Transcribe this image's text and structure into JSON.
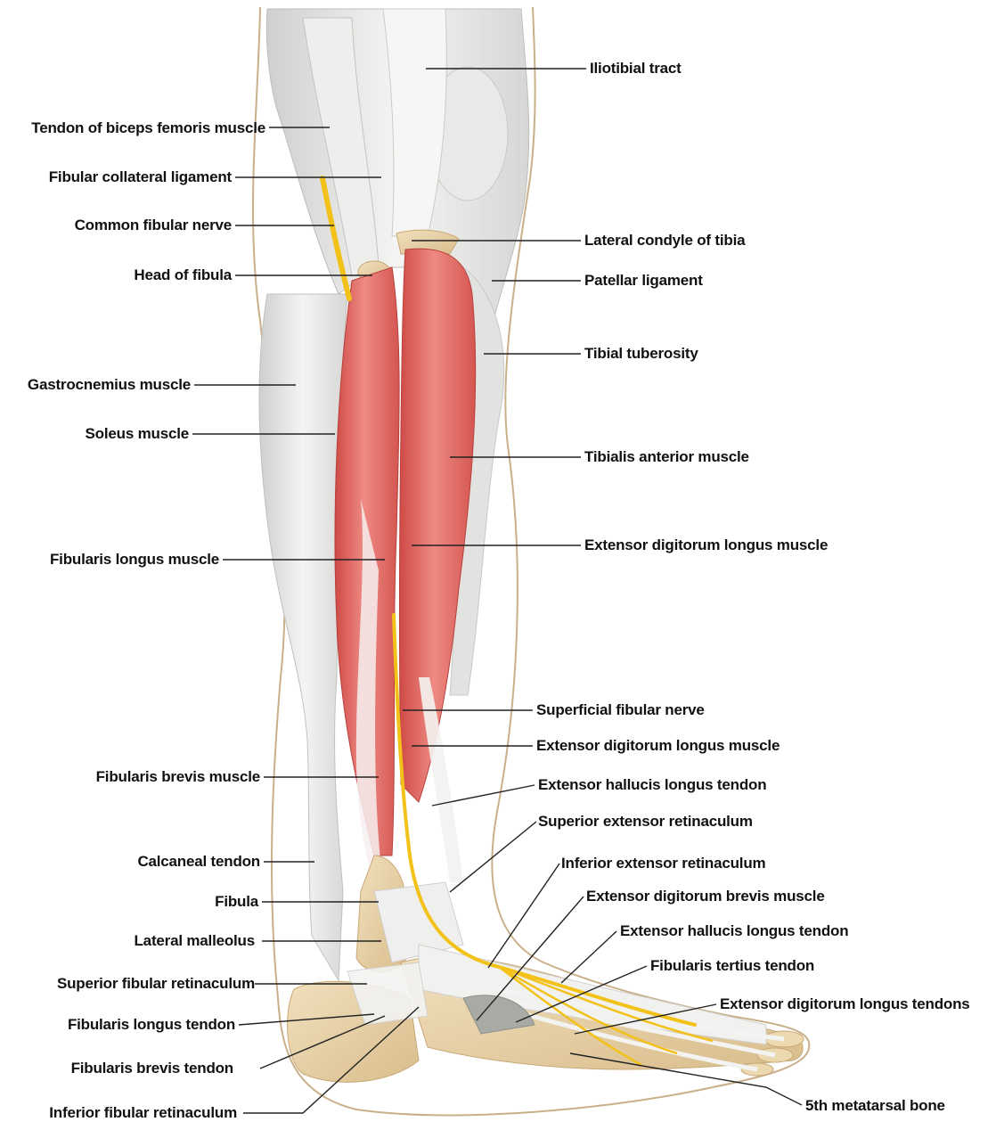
{
  "labels_left": [
    "Tendon of biceps femoris muscle",
    "Fibular collateral ligament",
    "Common fibular nerve",
    "Head of fibula",
    "Gastrocnemius muscle",
    "Soleus muscle",
    "Fibularis longus muscle",
    "Fibularis brevis muscle",
    "Calcaneal tendon",
    "Fibula",
    "Lateral malleolus",
    "Superior fibular retinaculum",
    "Fibularis longus tendon",
    "Fibularis brevis tendon",
    "Inferior fibular retinaculum"
  ],
  "labels_right": [
    "Iliotibial tract",
    "Lateral condyle of tibia",
    "Patellar ligament",
    "Tibial tuberosity",
    "Tibialis anterior muscle",
    "Extensor digitorum longus muscle",
    "Superficial fibular nerve",
    "Extensor digitorum longus muscle",
    "Extensor hallucis longus tendon",
    "Superior extensor retinaculum",
    "Inferior extensor retinaculum",
    "Extensor digitorum brevis muscle",
    "Extensor hallucis longus tendon",
    "Fibularis tertius tendon",
    "Extensor digitorum longus tendons",
    "5th metatarsal bone"
  ],
  "colors": {
    "muscle": "#e0625c",
    "tendon": "#e4e4e2",
    "nerve": "#f2c21a",
    "bone": "#e8d2a8",
    "outline": "#c9b08a"
  }
}
